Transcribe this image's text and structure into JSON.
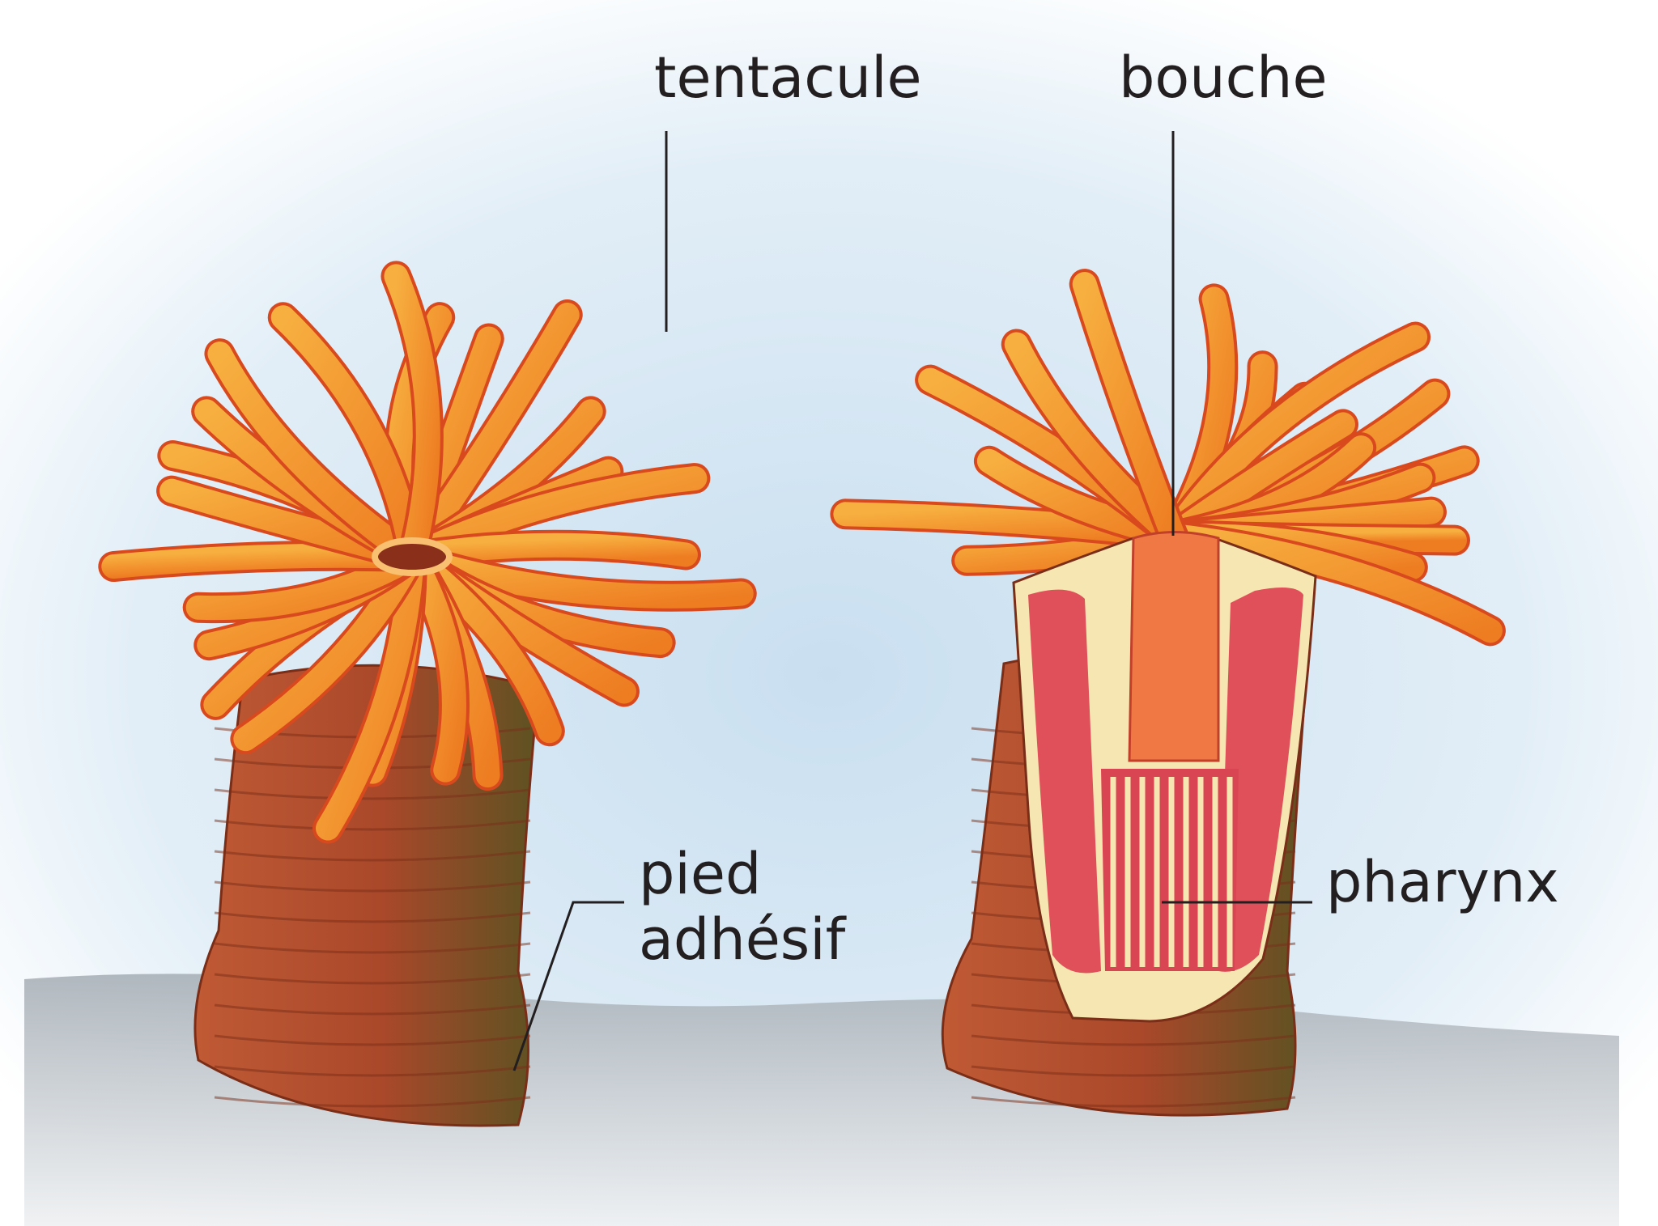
{
  "labels": {
    "tentacle": "tentacule",
    "mouth": "bouche",
    "foot_line1": "pied",
    "foot_line2": "adhésif",
    "pharynx": "pharynx"
  },
  "colors": {
    "tentacle": "#f39a2b",
    "tentacle_edge": "#d9491e",
    "body": "#b4532e",
    "body_dark": "#5f4a22",
    "cutaway_inner": "#e0505a",
    "cutaway_rim": "#f6e7b2",
    "background": "#d9eaf5",
    "ground": "#b9bfc4",
    "text": "#231f20"
  }
}
